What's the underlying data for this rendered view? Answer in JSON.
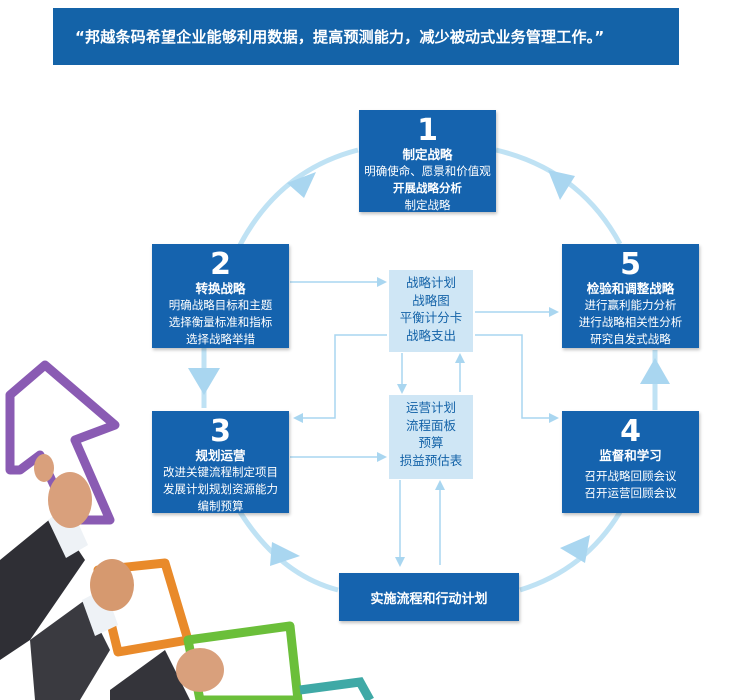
{
  "banner": "“邦越条码希望企业能够利用数据，提高预测能力，减少被动式业务管理工作。”",
  "steps": [
    {
      "num": "1",
      "title": "制定战略",
      "lines": [
        "明确使命、愿景和价值观",
        "开展战略分析",
        "制定战略"
      ]
    },
    {
      "num": "2",
      "title": "转换战略",
      "lines": [
        "明确战略目标和主题",
        "选择衡量标准和指标",
        "选择战略举措"
      ]
    },
    {
      "num": "3",
      "title": "规划运营",
      "lines": [
        "改进关键流程制定项目",
        "发展计划规划资源能力",
        "编制预算"
      ]
    },
    {
      "num": "4",
      "title": "监督和学习",
      "lines": [
        "召开战略回顾会议",
        "召开运营回顾会议"
      ]
    },
    {
      "num": "5",
      "title": "检验和调整战略",
      "lines": [
        "进行赢利能力分析",
        "进行战略相关性分析",
        "研究自发式战略"
      ]
    }
  ],
  "strategy_plan": [
    "战略计划",
    "战略图",
    "平衡计分卡",
    "战略支出"
  ],
  "operation_plan": [
    "运营计划",
    "流程面板",
    "预算",
    "损益预估表"
  ],
  "execution": "实施流程和行动计划",
  "colors": {
    "box": "#1563ae",
    "banner": "#1463a8",
    "mid": "#cfe6f5",
    "arrow": "#b7def2"
  }
}
